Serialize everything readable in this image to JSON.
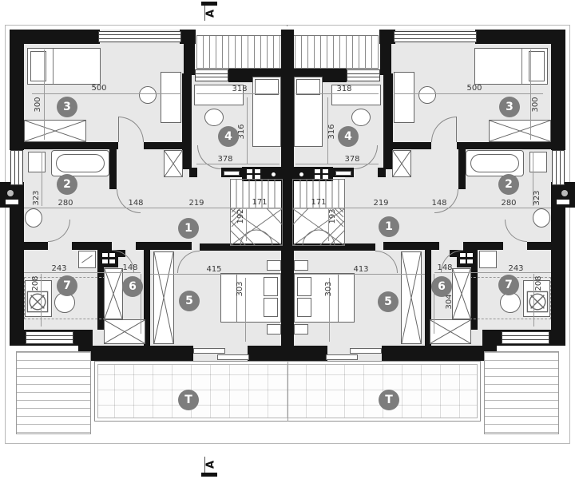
{
  "plan": {
    "section_label": "A",
    "terrace_label": "T",
    "room_numbers": {
      "r1": "1",
      "r2": "2",
      "r3": "3",
      "r4": "4",
      "r5": "5",
      "r6": "6",
      "r7": "7"
    },
    "dimensions": {
      "w500": "500",
      "h300": "300",
      "w318": "318",
      "h316": "316",
      "w378": "378",
      "h323": "323",
      "w280": "280",
      "w148": "148",
      "w219": "219",
      "w171": "171",
      "h192": "192",
      "h193": "193",
      "w243": "243",
      "h208": "208",
      "h303": "303",
      "h304": "304",
      "w415": "415",
      "w413": "413"
    }
  }
}
